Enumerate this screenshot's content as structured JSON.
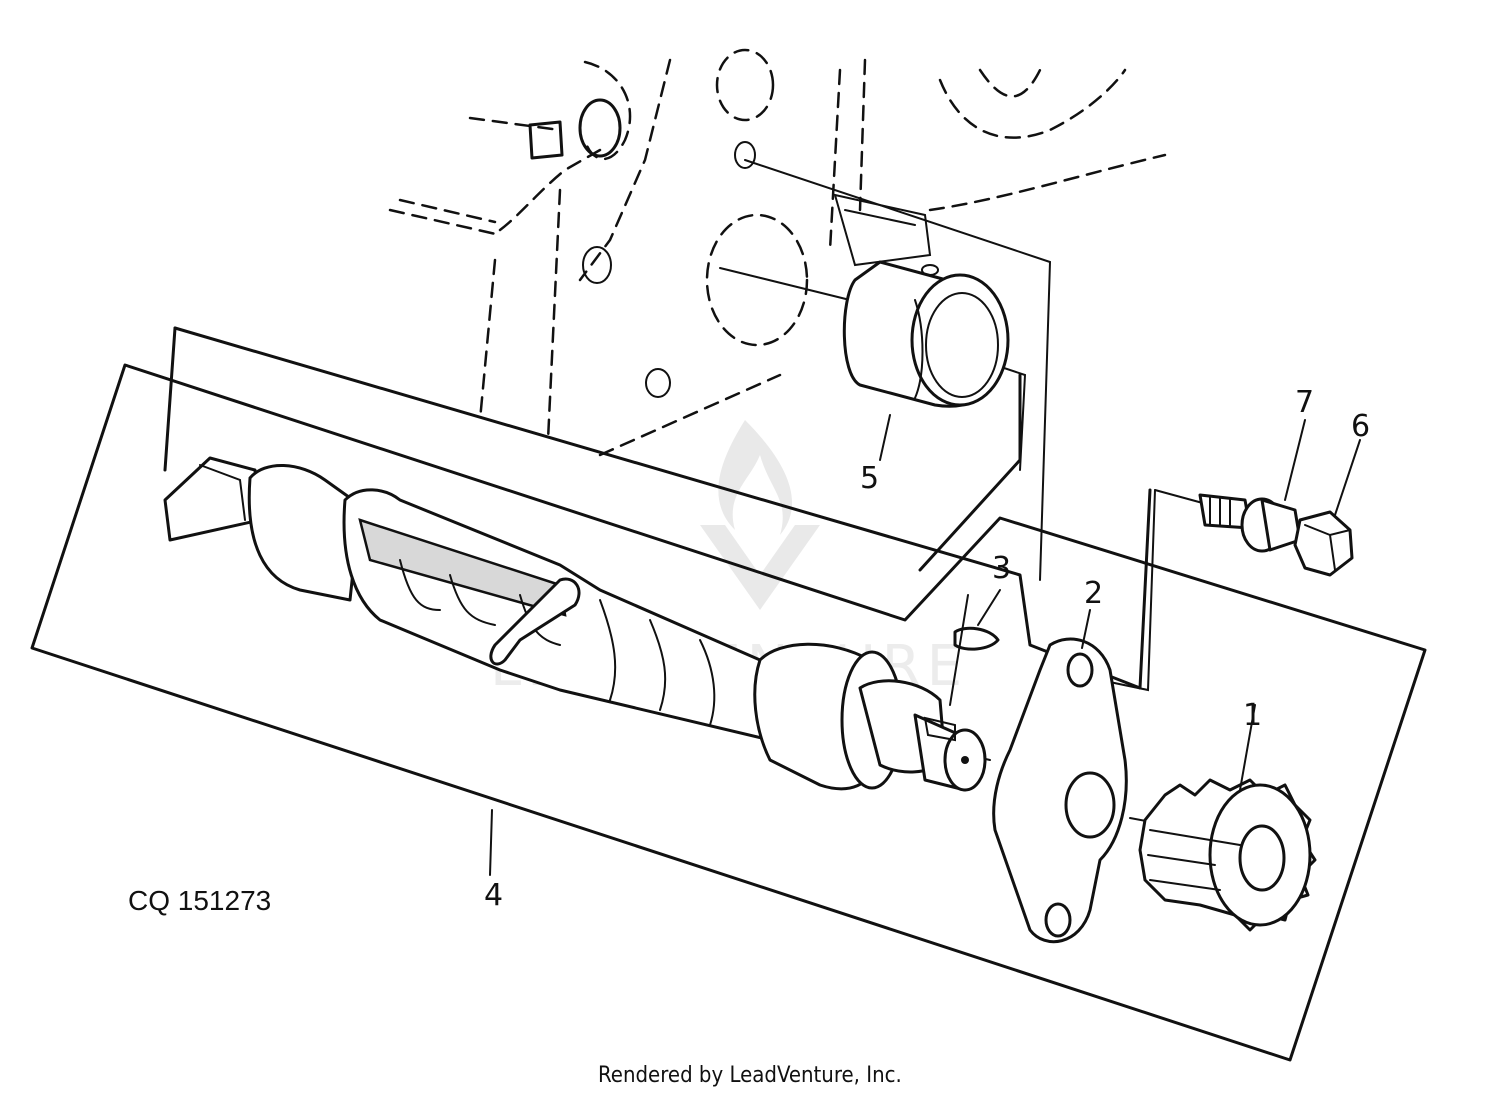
{
  "diagram": {
    "callouts": {
      "c1": "1",
      "c2": "2",
      "c3": "3",
      "c4": "4",
      "c5": "5",
      "c6": "6",
      "c7": "7"
    },
    "figure_code": "CQ 151273",
    "footer": "Rendered by LeadVenture, Inc.",
    "watermark_text": "LEADVENTURE"
  },
  "colors": {
    "line": "#111111",
    "background": "#ffffff",
    "watermark": "#e9e9e9"
  }
}
